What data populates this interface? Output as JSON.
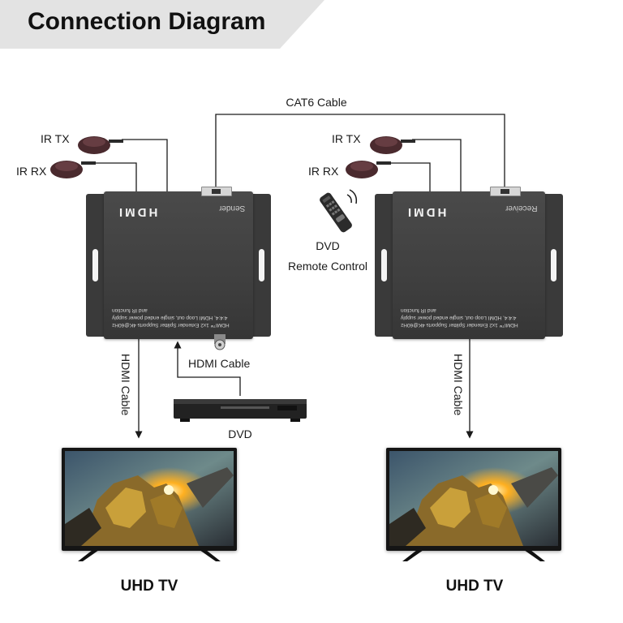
{
  "title": "Connection Diagram",
  "labels": {
    "cat6": "CAT6 Cable",
    "ir_tx": "IR TX",
    "ir_rx": "IR RX",
    "remote_line1": "DVD",
    "remote_line2": "Remote Control",
    "hdmi_cable": "HDMI Cable",
    "dvd": "DVD",
    "uhd_tv": "UHD TV"
  },
  "device": {
    "brand": "HDMI",
    "sender_label": "Sender",
    "receiver_label": "Receiver",
    "fine_print_1": "HDMI™ 1x2 Extender Splitter Supports 4K@60Hz",
    "fine_print_2": "4:4:4, HDMI Loop out, single ended power supply",
    "fine_print_3": "and IR function"
  },
  "colors": {
    "banner": "#e3e3e3",
    "device": "#3f3f3f",
    "line": "#1a1a1a"
  }
}
